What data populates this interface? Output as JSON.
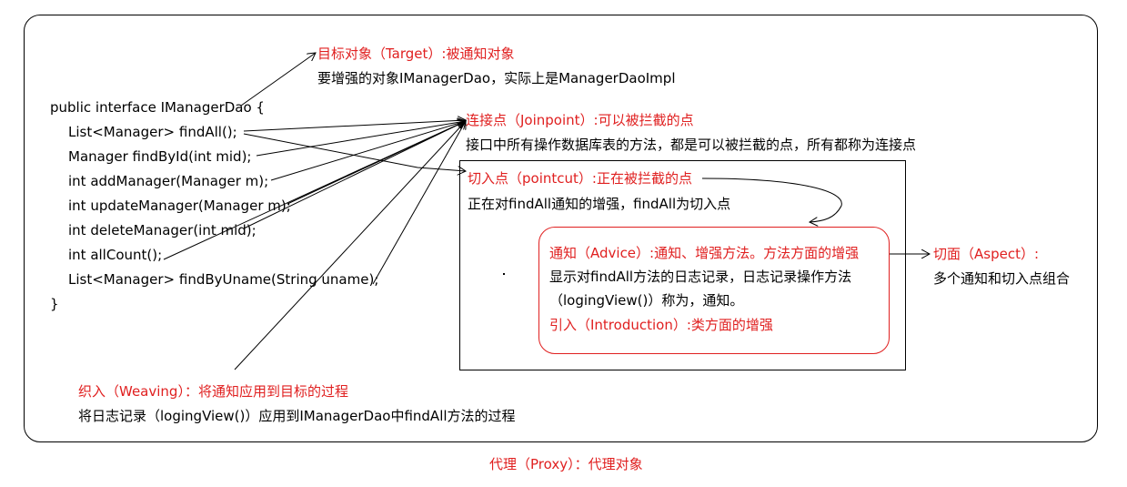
{
  "colors": {
    "accent": "#e02020",
    "text": "#000000",
    "line": "#000000"
  },
  "target": {
    "title": "目标对象（Target）:被通知对象",
    "desc": "要增强的对象IManagerDao，实际上是ManagerDaoImpl"
  },
  "code": {
    "header": "public interface IManagerDao {",
    "lines": [
      "List<Manager>  findAll();",
      "Manager findById(int mid);",
      "int addManager(Manager m);",
      "int updateManager(Manager m);",
      "int deleteManager(int mid);",
      "int allCount();",
      "List<Manager>  findByUname(String uname);"
    ],
    "footer": "}"
  },
  "joinpoint": {
    "title": "连接点（Joinpoint）:可以被拦截的点",
    "desc": "接口中所有操作数据库表的方法，都是可以被拦截的点，所有都称为连接点"
  },
  "pointcut": {
    "title": "切入点（pointcut）:正在被拦截的点",
    "desc": "正在对findAll通知的增强，findAll为切入点"
  },
  "advice": {
    "title": "通知（Advice）:通知、增强方法。方法方面的增强",
    "desc_line1": "显示对findAll方法的日志记录，日志记录操作方法",
    "desc_line2": "（logingView()）称为，通知。"
  },
  "introduction": {
    "title": "引入（Introduction）:类方面的增强"
  },
  "aspect": {
    "title": "切面（Aspect）:",
    "desc": "多个通知和切入点组合"
  },
  "weaving": {
    "title": "织入（Weaving）：将通知应用到目标的过程",
    "desc": "将日志记录（logingView()）应用到IManagerDao中findAll方法的过程"
  },
  "proxy": {
    "title": "代理（Proxy）：代理对象"
  }
}
